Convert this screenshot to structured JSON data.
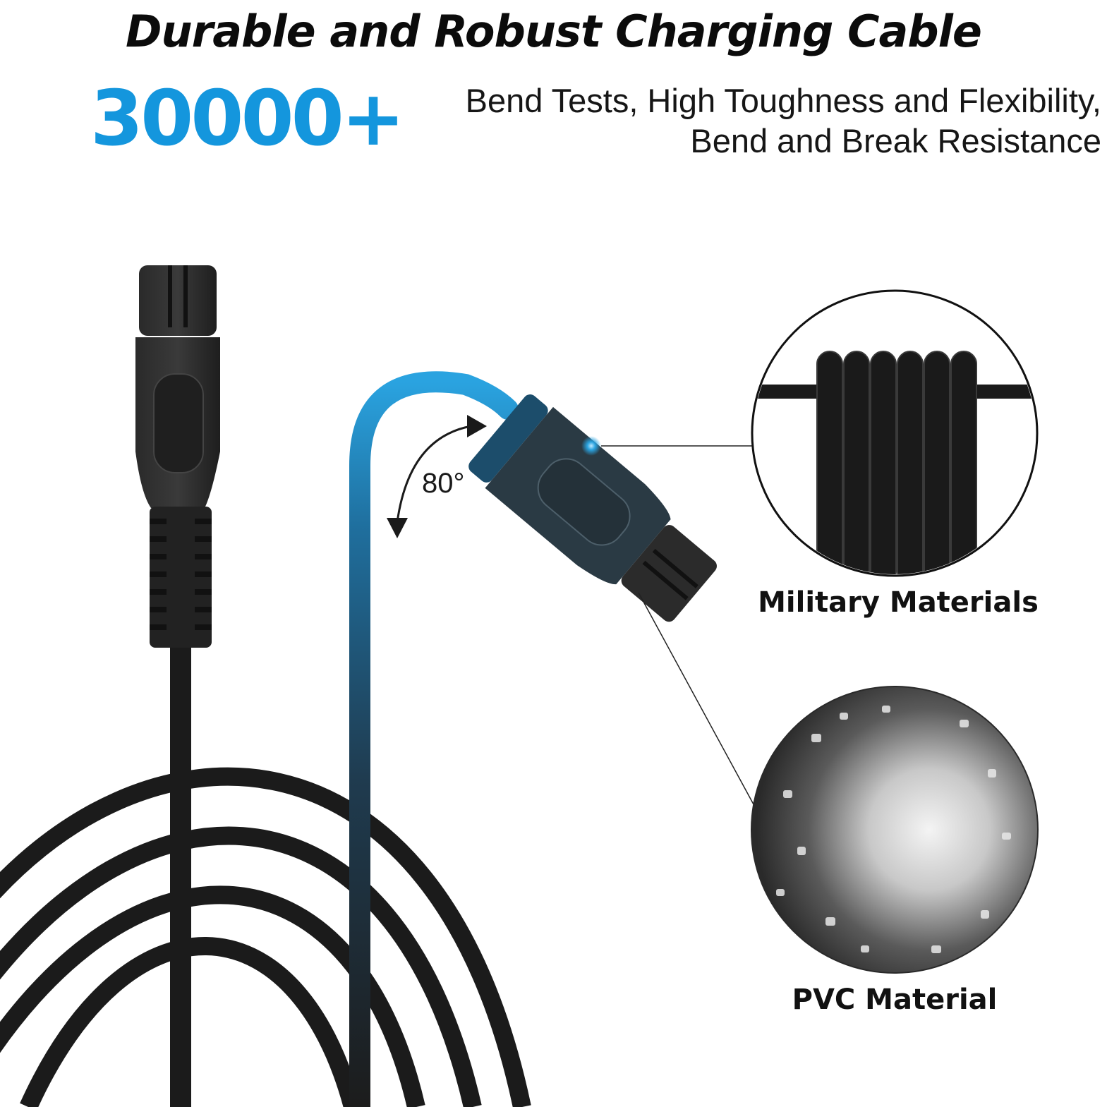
{
  "headline": "Durable and Robust Charging Cable",
  "stat": {
    "number": "30000+",
    "line1": "Bend Tests, High Toughness and Flexibility,",
    "line2": "Bend and Break Resistance"
  },
  "bend_angle": "80°",
  "features": [
    {
      "label": "Military Materials"
    },
    {
      "label": "PVC Material"
    }
  ],
  "colors": {
    "accent": "#1496dd",
    "cable": "#1b1b1b",
    "text": "#0b0b0b"
  }
}
